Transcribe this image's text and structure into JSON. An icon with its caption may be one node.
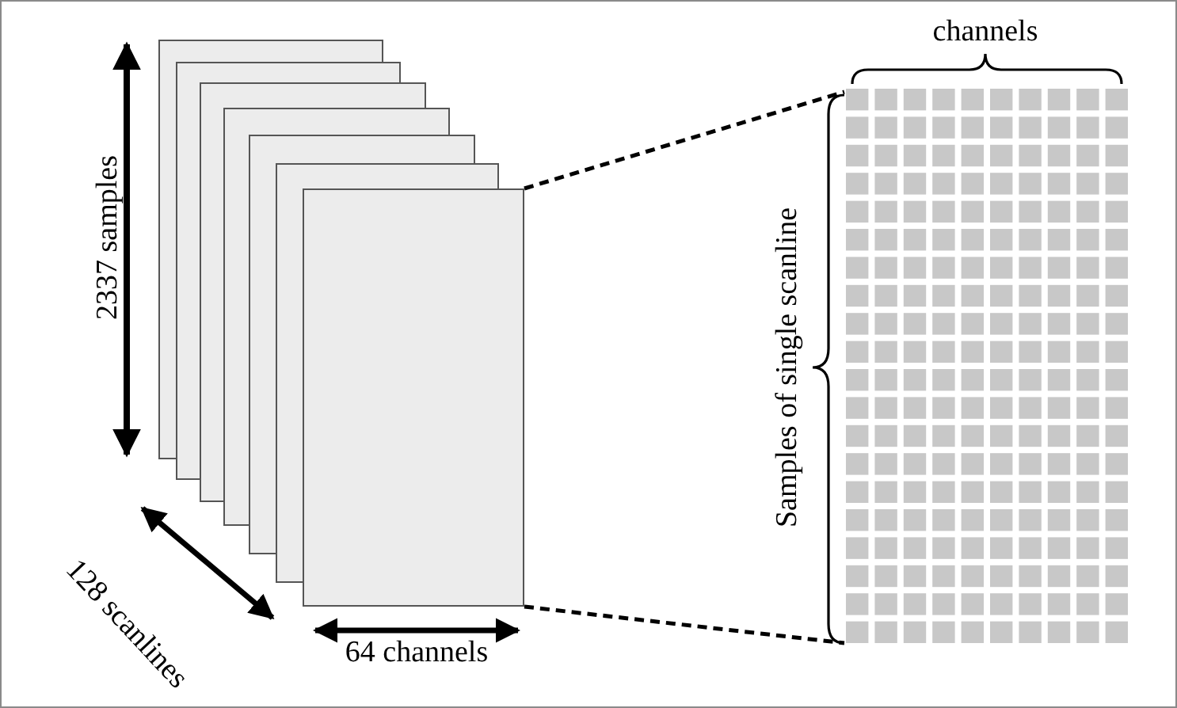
{
  "diagram": {
    "nodes": [
      {
        "text": [],
        "shape": "box"
      },
      {
        "text": [],
        "shape": "box"
      },
      {
        "text": [],
        "shape": "box"
      },
      {
        "text": [],
        "shape": "box"
      },
      {
        "text": [],
        "shape": "box"
      },
      {
        "text": [],
        "shape": "box"
      },
      {
        "text": [],
        "shape": "box"
      },
      {
        "text": [],
        "shape": "grid"
      }
    ],
    "edges": [
      {
        "from": 6,
        "to": 7,
        "arrow": "none",
        "style": "dashed"
      },
      {
        "from": 6,
        "to": 7,
        "arrow": "none",
        "style": "dashed"
      }
    ],
    "labels": [
      "2337 samples",
      "128 scanlines",
      "64 channels",
      "channels",
      "Samples of single scanline"
    ]
  }
}
